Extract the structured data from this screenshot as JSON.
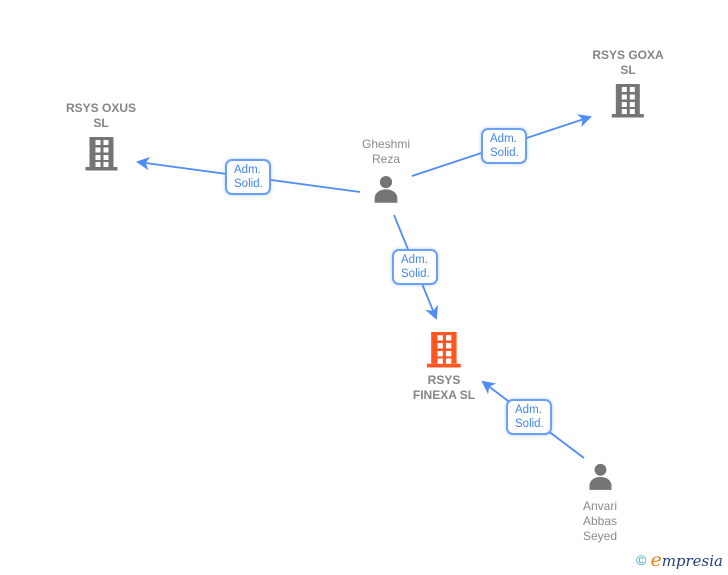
{
  "diagram": {
    "background": "#ffffff",
    "colors": {
      "edge_blue": "#4d8df5",
      "edge_label_text": "#4285f4",
      "edge_label_border": "#6ba0f7",
      "node_gray": "#757575",
      "node_text_gray": "#8a8a8a",
      "highlight_orange": "#ff5722"
    },
    "nodes": [
      {
        "id": "rsys-oxus-sl",
        "kind": "company",
        "label_lines": [
          "RSYS OXUS",
          "SL"
        ]
      },
      {
        "id": "rsys-goxa-sl",
        "kind": "company",
        "label_lines": [
          "RSYS GOXA",
          "SL"
        ]
      },
      {
        "id": "gheshmi-reza",
        "kind": "person",
        "label_lines": [
          "Gheshmi",
          "Reza"
        ]
      },
      {
        "id": "rsys-finexa-sl",
        "kind": "company",
        "label_lines": [
          "RSYS",
          "FINEXA SL"
        ],
        "highlighted": true
      },
      {
        "id": "anvari-abbas-seyed",
        "kind": "person",
        "label_lines": [
          "Anvari",
          "Abbas",
          "Seyed"
        ]
      }
    ],
    "edges": [
      {
        "from": "gheshmi-reza",
        "to": "rsys-oxus-sl",
        "label_lines": [
          "Adm.",
          "Solid."
        ]
      },
      {
        "from": "gheshmi-reza",
        "to": "rsys-goxa-sl",
        "label_lines": [
          "Adm.",
          "Solid."
        ]
      },
      {
        "from": "gheshmi-reza",
        "to": "rsys-finexa-sl",
        "label_lines": [
          "Adm.",
          "Solid."
        ]
      },
      {
        "from": "anvari-abbas-seyed",
        "to": "rsys-finexa-sl",
        "label_lines": [
          "Adm.",
          "Solid."
        ]
      }
    ],
    "watermark": {
      "copyright_symbol": "©",
      "brand_initial": "e",
      "brand_rest": "mpresia"
    }
  }
}
